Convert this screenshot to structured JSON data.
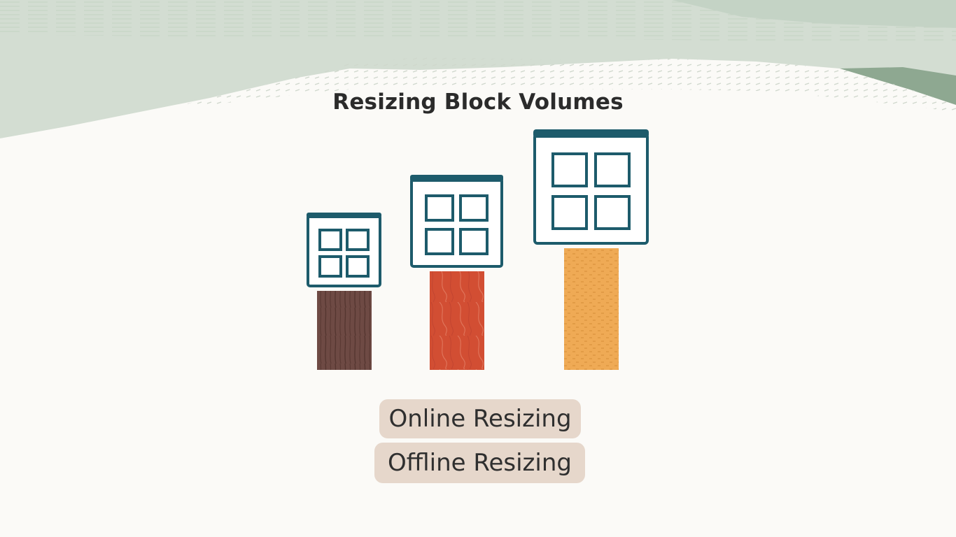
{
  "title": "Resizing Block Volumes",
  "options": {
    "online_label": "Online Resizing",
    "offline_label": "Offline Resizing"
  },
  "colors": {
    "window_frame": "#1d5b6b",
    "pillar_small": "#6e4a44",
    "pillar_medium": "#d24e33",
    "pillar_large": "#efaa55",
    "pill_background": "#e6d7cb",
    "header_green": "#cfdccf"
  },
  "icons": [
    "window-grid-icon",
    "window-grid-icon",
    "window-grid-icon"
  ]
}
